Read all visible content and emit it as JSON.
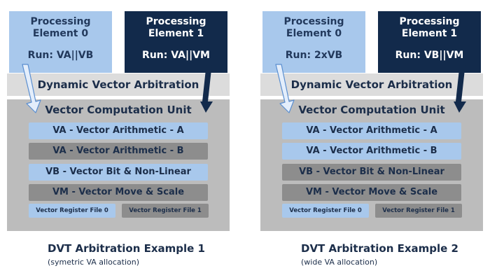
{
  "examples": [
    {
      "pe0": {
        "title_line1": "Processing",
        "title_line2": "Element 0",
        "run": "Run: VA||VB"
      },
      "pe1": {
        "title_line1": "Processing",
        "title_line2": "Element 1",
        "run": "Run: VA||VM"
      },
      "arbitration_label": "Dynamic Vector Arbitration",
      "vcu": {
        "title": "Vector Computation Unit",
        "units": [
          {
            "label": "VA - Vector Arithmetic - A",
            "state": "pe0"
          },
          {
            "label": "VA - Vector Arithmetic - B",
            "state": "pe1"
          },
          {
            "label": "VB - Vector Bit & Non-Linear",
            "state": "pe0"
          },
          {
            "label": "VM - Vector Move & Scale",
            "state": "pe1"
          }
        ],
        "register_files": [
          "Vector Register File 0",
          "Vector Register File 1"
        ]
      },
      "caption": "DVT Arbitration Example 1",
      "subcaption": "(symetric VA allocation)"
    },
    {
      "pe0": {
        "title_line1": "Processing",
        "title_line2": "Element 0",
        "run": "Run: 2xVB"
      },
      "pe1": {
        "title_line1": "Processing",
        "title_line2": "Element 1",
        "run": "Run: VB||VM"
      },
      "arbitration_label": "Dynamic Vector Arbitration",
      "vcu": {
        "title": "Vector Computation Unit",
        "units": [
          {
            "label": "VA - Vector Arithmetic - A",
            "state": "pe0"
          },
          {
            "label": "VA - Vector Arithmetic - B",
            "state": "pe0"
          },
          {
            "label": "VB - Vector Bit & Non-Linear",
            "state": "pe1"
          },
          {
            "label": "VM - Vector Move & Scale",
            "state": "pe1"
          }
        ],
        "register_files": [
          "Vector Register File 0",
          "Vector Register File 1"
        ]
      },
      "caption": "DVT Arbitration Example 2",
      "subcaption": "(wide VA allocation)"
    }
  ],
  "colors": {
    "pe0_fill": "#a8c8ec",
    "pe1_fill": "#122a4b",
    "gray_unit": "#8d8d8d",
    "arbitration_bar": "#dcdcdc",
    "vcu_panel": "#bcbcbc",
    "text": "#1c2e4a"
  }
}
